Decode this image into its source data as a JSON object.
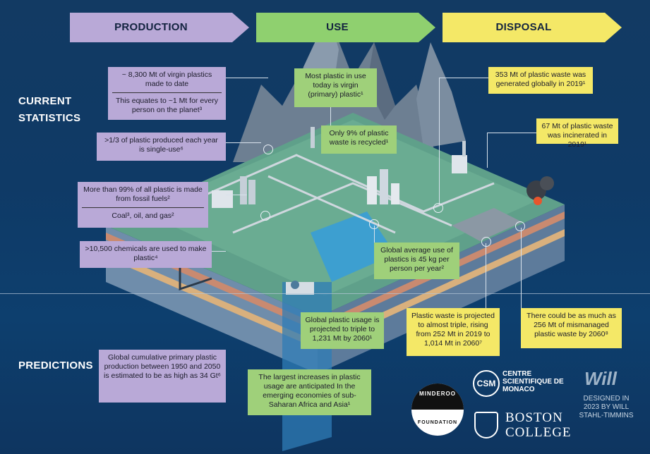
{
  "stages": [
    {
      "label": "PRODUCTION",
      "color": "#b9a9d7"
    },
    {
      "label": "USE",
      "color": "#8fd06f"
    },
    {
      "label": "DISPOSAL",
      "color": "#f4e867"
    }
  ],
  "sections": {
    "current": "CURRENT\nSTATISTICS",
    "predictions": "PREDICTIONS"
  },
  "current": {
    "production": {
      "virgin_made": "~ 8,300 Mt of virgin plastics made to date",
      "per_person": "This equates to ~1 Mt for every person on the planet³",
      "single_use": ">1/3 of plastic produced each year is single-use⁶",
      "fossil": "More than 99% of all plastic is made from fossil fuels²",
      "fossil_sub": "Coal³, oil, and gas²",
      "chemicals": ">10,500 chemicals are used to make plastic⁴"
    },
    "use": {
      "virgin": "Most plastic in use today is virgin (primary) plastic¹",
      "recycled": "Only 9% of plastic waste is recycled¹",
      "average": "Global average use of plastics is 45 kg per person per year²"
    },
    "disposal": {
      "generated": "353 Mt of plastic waste was generated globally in 2019¹",
      "incinerated": "67 Mt of plastic waste was incinerated in 2019¹"
    }
  },
  "predictions": {
    "production": "Global cumulative primary plastic production between 1950 and 2050 is estimated to be as high as 34 Gt⁶",
    "use_triple": "Global plastic usage is projected to triple to 1,231 Mt by 2060¹",
    "use_regions": "The largest increases in plastic usage are anticipated In the emerging economies of sub-Saharan Africa and Asia¹",
    "waste_triple": "Plastic waste is projected to almost triple, rising from 252 Mt in 2019 to 1,014 Mt in 2060⁷",
    "mismanaged": "There could be as much as 256 Mt of mismanaged plastic waste by 2060⁸"
  },
  "logos": {
    "minderoo_top": "MINDEROO",
    "minderoo_bottom": "FOUNDATION",
    "csm_mark": "CSM",
    "csm_name": "CENTRE SCIENTIFIQUE DE MONACO",
    "bc_line1": "BOSTON",
    "bc_line2": "COLLEGE",
    "will_mark": "Will",
    "credit": "DESIGNED IN 2023 BY WILL STAHL-TIMMINS"
  },
  "colors": {
    "background": "#123a63",
    "production": "#b9a9d7",
    "use": "#9fd07a",
    "disposal": "#f4e867"
  }
}
